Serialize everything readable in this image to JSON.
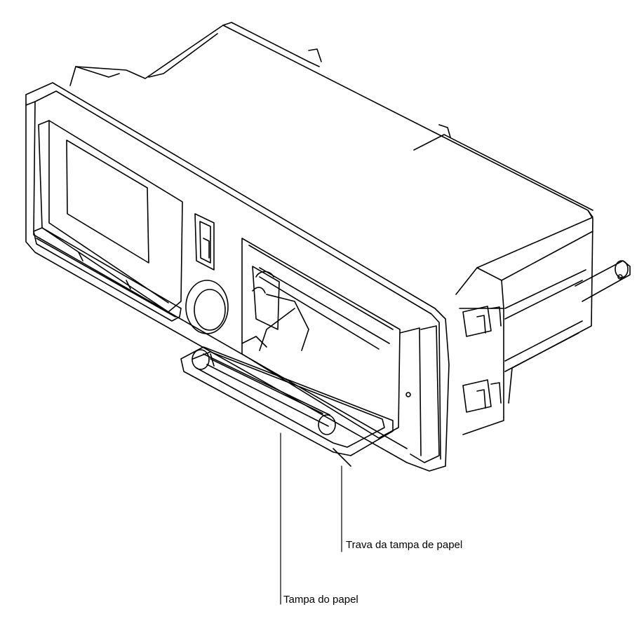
{
  "figure": {
    "kind": "technical line drawing",
    "subject": "panel-mounted device with open paper cover",
    "line_color": "#000000",
    "background": "#ffffff"
  },
  "labels": {
    "paper_cover_latch": "Trava da tampa de papel",
    "paper_cover": "Tampa do papel"
  }
}
